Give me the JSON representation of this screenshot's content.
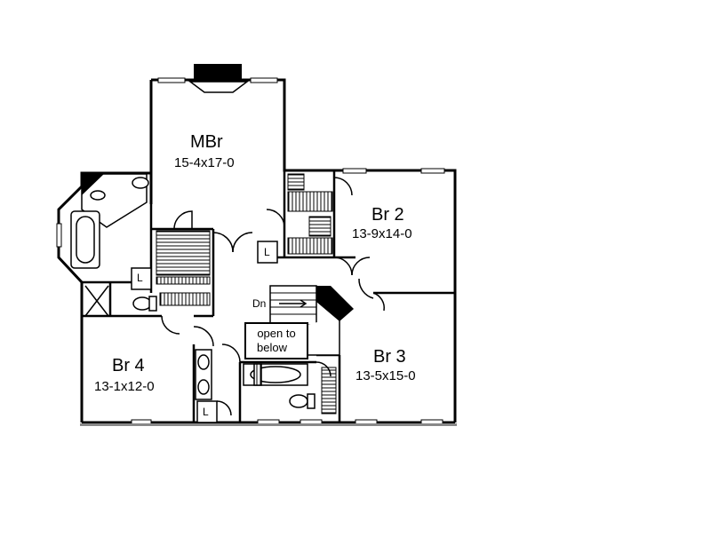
{
  "rooms": {
    "mbr": {
      "name": "MBr",
      "dims": "15-4x17-0"
    },
    "br2": {
      "name": "Br 2",
      "dims": "13-9x14-0"
    },
    "br3": {
      "name": "Br 3",
      "dims": "13-5x15-0"
    },
    "br4": {
      "name": "Br 4",
      "dims": "13-1x12-0"
    }
  },
  "labels": {
    "linen": "L",
    "stairs_down": "Dn",
    "open_to_below_1": "open to",
    "open_to_below_2": "below"
  },
  "colors": {
    "line": "#000000",
    "background": "#ffffff"
  }
}
